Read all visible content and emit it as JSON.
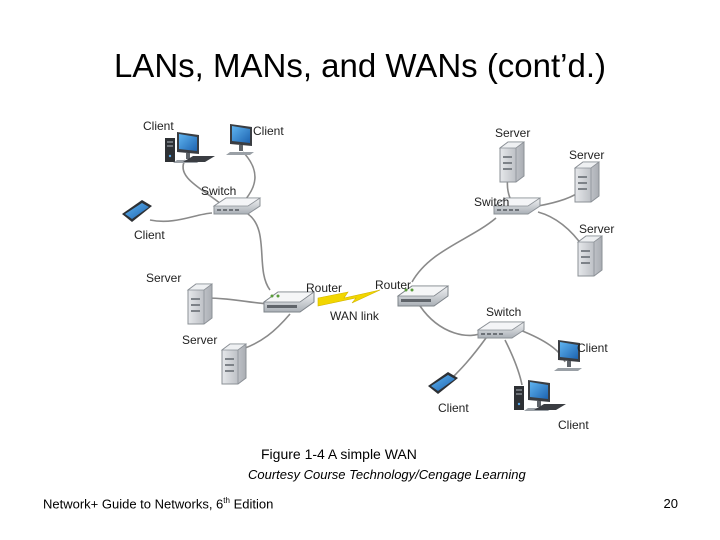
{
  "slide": {
    "title": "LANs, MANs, and WANs (cont’d.)",
    "caption": "Figure 1-4 A simple WAN",
    "credit": "Courtesy Course Technology/Cengage Learning",
    "footer_text": "Network+ Guide to Networks, 6",
    "footer_ordinal": "th",
    "footer_suffix": " Edition",
    "page_number": "20"
  },
  "diagram": {
    "labels": {
      "client_desktop_left": "Client",
      "client_monitor_left": "Client",
      "switch_left": "Switch",
      "client_tablet_left": "Client",
      "server_left_upper": "Server",
      "server_left_lower": "Server",
      "router_left": "Router",
      "router_right": "Router",
      "wan_link": "WAN link",
      "server_right_top": "Server",
      "server_right_mid": "Server",
      "switch_right_top": "Switch",
      "server_right_lower": "Server",
      "switch_right_bottom": "Switch",
      "client_monitor_right": "Client",
      "client_tablet_right": "Client",
      "client_desktop_right": "Client"
    },
    "colors": {
      "cable": "#8a8a8a",
      "wan_link": "#f2d600",
      "device_body": "#c9ccd0",
      "screen_blue": "#2f88d8"
    }
  }
}
